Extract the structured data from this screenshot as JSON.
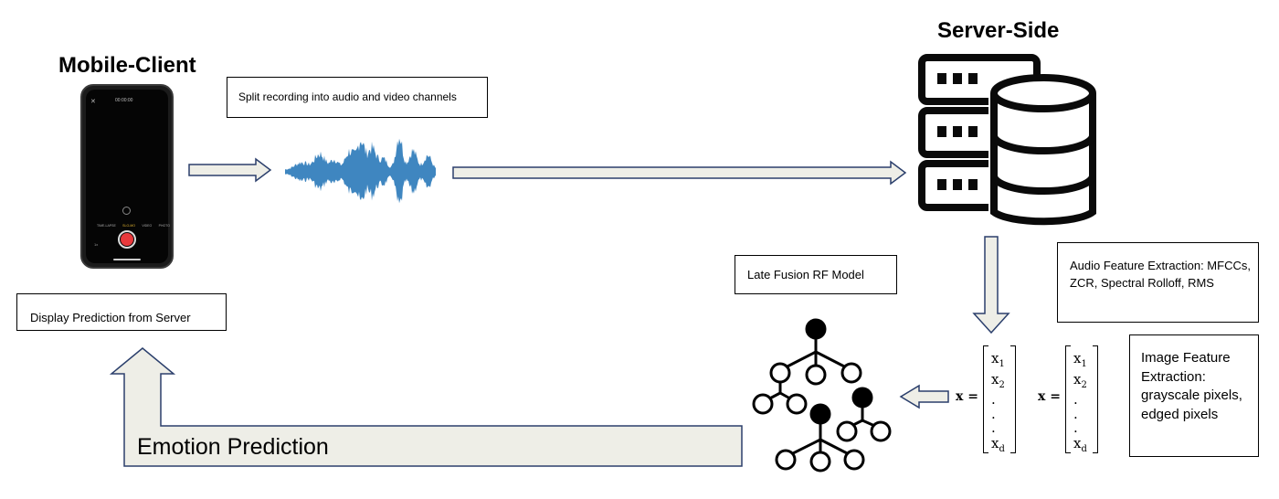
{
  "titles": {
    "mobile_client": "Mobile-Client",
    "server_side": "Server-Side"
  },
  "labels": {
    "split_recording": "Split recording into audio and video channels",
    "display_prediction": "Display Prediction from Server",
    "late_fusion": "Late Fusion RF Model",
    "audio_features": "Audio Feature Extraction: MFCCs, ZCR, Spectral Rolloff, RMS",
    "image_features": "Image Feature Extraction: grayscale pixels, edged pixels",
    "emotion_prediction": "Emotion Prediction"
  },
  "phone": {
    "timer": "00:00:00",
    "modes": [
      "TIME-LAPSE",
      "SLO-MO",
      "VIDEO",
      "PHOTO"
    ],
    "zoom": "1x"
  },
  "vectors": {
    "lhs": "x =",
    "entries": [
      "x",
      "x",
      ".",
      ".",
      ".",
      "x"
    ],
    "subscripts": [
      "1",
      "2",
      "",
      "",
      "",
      "d"
    ]
  },
  "colors": {
    "arrow_fill": "#eeeee7",
    "arrow_stroke": "#2b3f6c",
    "waveform": "#3f86c0",
    "server": "#0a0a0a",
    "record_button": "#e8393c"
  }
}
